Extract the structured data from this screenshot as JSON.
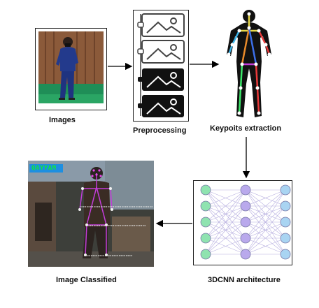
{
  "stages": {
    "images": {
      "label": "Images"
    },
    "preprocessing": {
      "label": "Preprocessing"
    },
    "keypoints": {
      "label": "Keypoits extraction"
    },
    "cnn": {
      "label": "3DCNN architecture"
    },
    "classified": {
      "label": "Image Classified",
      "overlay_name": "QAYYAM"
    }
  },
  "colors": {
    "arrow": "#000000",
    "node_green": "#8fe3b0",
    "node_purple": "#b9a9ec",
    "node_blue": "#a9d4f2",
    "skeleton_line": "#c23cd8",
    "overlay_name_bg": "#1e8fe0",
    "overlay_name_text": "#11e838"
  }
}
